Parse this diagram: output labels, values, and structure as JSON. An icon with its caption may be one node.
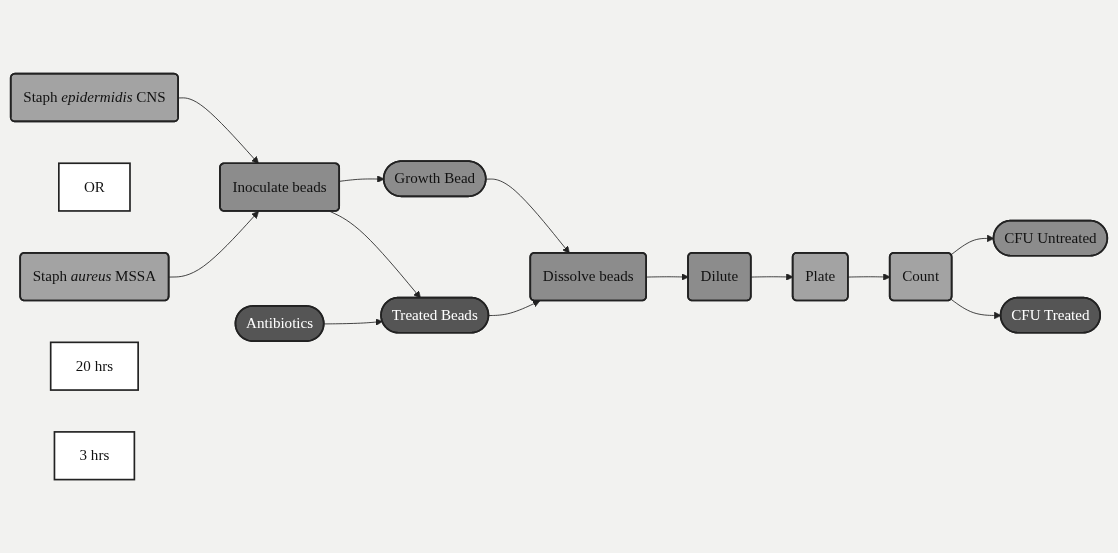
{
  "diagram": {
    "nodes": [
      {
        "text": [
          "Staph *epidermidis* CNS"
        ]
      },
      {
        "text": [
          "OR"
        ]
      },
      {
        "text": [
          "Staph *aureus* MSSA"
        ]
      },
      {
        "text": [
          "Inoculate beads"
        ]
      },
      {
        "text": [
          "20 hrs"
        ]
      },
      {
        "text": [
          "Growth Bead"
        ]
      },
      {
        "text": [
          "Treated Beads"
        ]
      },
      {
        "text": [
          "Dissolve beads"
        ]
      },
      {
        "text": [
          "3 hrs"
        ]
      },
      {
        "text": [
          "Antibiotics"
        ]
      },
      {
        "text": [
          "CFU Untreated"
        ]
      },
      {
        "text": [
          "Count"
        ]
      },
      {
        "text": [
          "Plate"
        ]
      },
      {
        "text": [
          "Dilute"
        ]
      },
      {
        "text": [
          "CFU Treated"
        ]
      }
    ],
    "edges": [
      {
        "from": 0,
        "to": 3,
        "arrow": "to"
      },
      {
        "from": 2,
        "to": 3,
        "arrow": "to"
      },
      {
        "from": 3,
        "to": 5,
        "arrow": "to"
      },
      {
        "from": 3,
        "to": 6,
        "arrow": "to"
      },
      {
        "from": 9,
        "to": 6,
        "arrow": "to"
      },
      {
        "from": 5,
        "to": 7,
        "arrow": "to"
      },
      {
        "from": 6,
        "to": 7,
        "arrow": "to"
      },
      {
        "from": 7,
        "to": 13,
        "arrow": "to"
      },
      {
        "from": 13,
        "to": 12,
        "arrow": "to"
      },
      {
        "from": 12,
        "to": 11,
        "arrow": "to"
      },
      {
        "from": 11,
        "to": 10,
        "arrow": "to"
      },
      {
        "from": 11,
        "to": 14,
        "arrow": "to"
      }
    ]
  }
}
